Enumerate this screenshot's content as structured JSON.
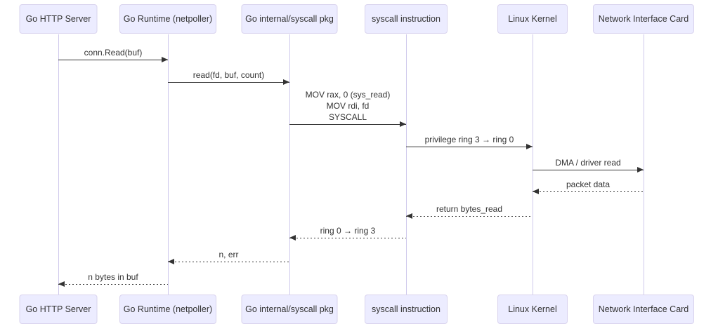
{
  "diagram": {
    "type": "sequence",
    "participants": [
      {
        "label": "Go HTTP Server"
      },
      {
        "label": "Go Runtime (netpoller)"
      },
      {
        "label": "Go internal/syscall pkg"
      },
      {
        "label": "syscall instruction"
      },
      {
        "label": "Linux Kernel"
      },
      {
        "label": "Network Interface Card"
      }
    ],
    "messages": [
      {
        "from": "Go HTTP Server",
        "to": "Go Runtime (netpoller)",
        "text": "conn.Read(buf)",
        "line": "solid",
        "direction": "right"
      },
      {
        "from": "Go Runtime (netpoller)",
        "to": "Go internal/syscall pkg",
        "text": "read(fd, buf, count)",
        "line": "solid",
        "direction": "right"
      },
      {
        "from": "Go internal/syscall pkg",
        "to": "syscall instruction",
        "text": "MOV rax, 0 (sys_read)\nMOV rdi, fd\nSYSCALL",
        "line": "solid",
        "direction": "right"
      },
      {
        "from": "syscall instruction",
        "to": "Linux Kernel",
        "text": "privilege ring 3 → ring 0",
        "line": "solid",
        "direction": "right"
      },
      {
        "from": "Linux Kernel",
        "to": "Network Interface Card",
        "text": "DMA / driver read",
        "line": "solid",
        "direction": "right"
      },
      {
        "from": "Network Interface Card",
        "to": "Linux Kernel",
        "text": "packet data",
        "line": "dashed",
        "direction": "left"
      },
      {
        "from": "Linux Kernel",
        "to": "syscall instruction",
        "text": "return bytes_read",
        "line": "dashed",
        "direction": "left"
      },
      {
        "from": "syscall instruction",
        "to": "Go internal/syscall pkg",
        "text": "ring 0 → ring 3",
        "line": "dashed",
        "direction": "left"
      },
      {
        "from": "Go internal/syscall pkg",
        "to": "Go Runtime (netpoller)",
        "text": "n, err",
        "line": "dashed",
        "direction": "left"
      },
      {
        "from": "Go Runtime (netpoller)",
        "to": "Go HTTP Server",
        "text": "n bytes in buf",
        "line": "dashed",
        "direction": "left"
      }
    ],
    "colors": {
      "actor_fill": "#ECECFF",
      "actor_border": "#D9D3EE",
      "lifeline": "#CFC9EC",
      "message_line": "#333333",
      "text": "#333333",
      "background": "#FFFFFF"
    }
  }
}
